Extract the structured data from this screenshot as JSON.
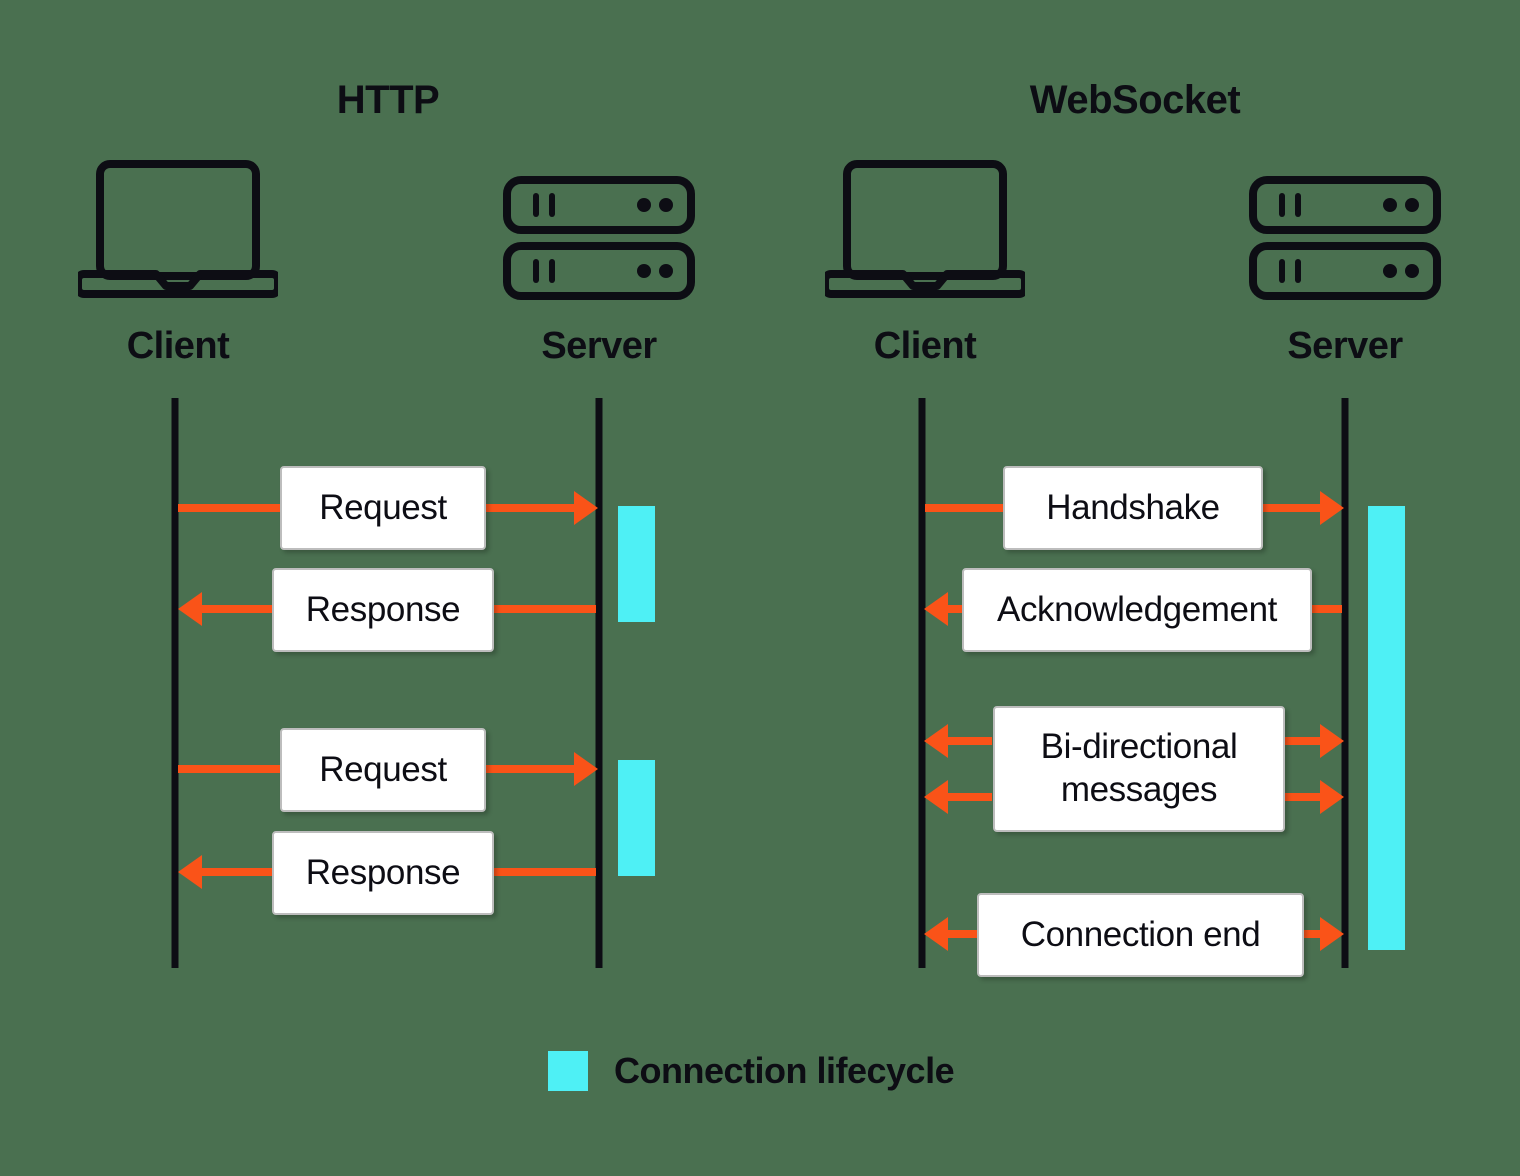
{
  "background_color": "#4a7050",
  "colors": {
    "ink": "#0d0d14",
    "arrow": "#fa5318",
    "lifecycle": "#4ef0f5",
    "box_fill": "#ffffff",
    "box_border": "#bdbdbd"
  },
  "sections": [
    {
      "title": "HTTP",
      "client_label": "Client",
      "server_label": "Server",
      "client_icon": "laptop-icon",
      "server_icon": "server-rack-icon",
      "messages": [
        {
          "label": "Request",
          "direction": "right"
        },
        {
          "label": "Response",
          "direction": "left"
        },
        {
          "label": "Request",
          "direction": "right"
        },
        {
          "label": "Response",
          "direction": "left"
        }
      ],
      "lifecycle_bars": 2
    },
    {
      "title": "WebSocket",
      "client_label": "Client",
      "server_label": "Server",
      "client_icon": "laptop-icon",
      "server_icon": "server-rack-icon",
      "messages": [
        {
          "label": "Handshake",
          "direction": "right"
        },
        {
          "label": "Acknowledgement",
          "direction": "left"
        },
        {
          "label": "Bi-directional messages",
          "direction": "both",
          "rows": 2
        },
        {
          "label": "Connection end",
          "direction": "both"
        }
      ],
      "lifecycle_bars": 1
    }
  ],
  "legend": {
    "swatch_color": "#4ef0f5",
    "label": "Connection lifecycle"
  },
  "labels": {
    "http_title": "HTTP",
    "ws_title": "WebSocket",
    "http_client": "Client",
    "http_server": "Server",
    "ws_client": "Client",
    "ws_server": "Server",
    "m_request_1": "Request",
    "m_response_1": "Response",
    "m_request_2": "Request",
    "m_response_2": "Response",
    "m_handshake": "Handshake",
    "m_ack": "Acknowledgement",
    "m_bidi_line1": "Bi-directional",
    "m_bidi_line2": "messages",
    "m_conn_end": "Connection end",
    "legend_text": "Connection lifecycle"
  }
}
